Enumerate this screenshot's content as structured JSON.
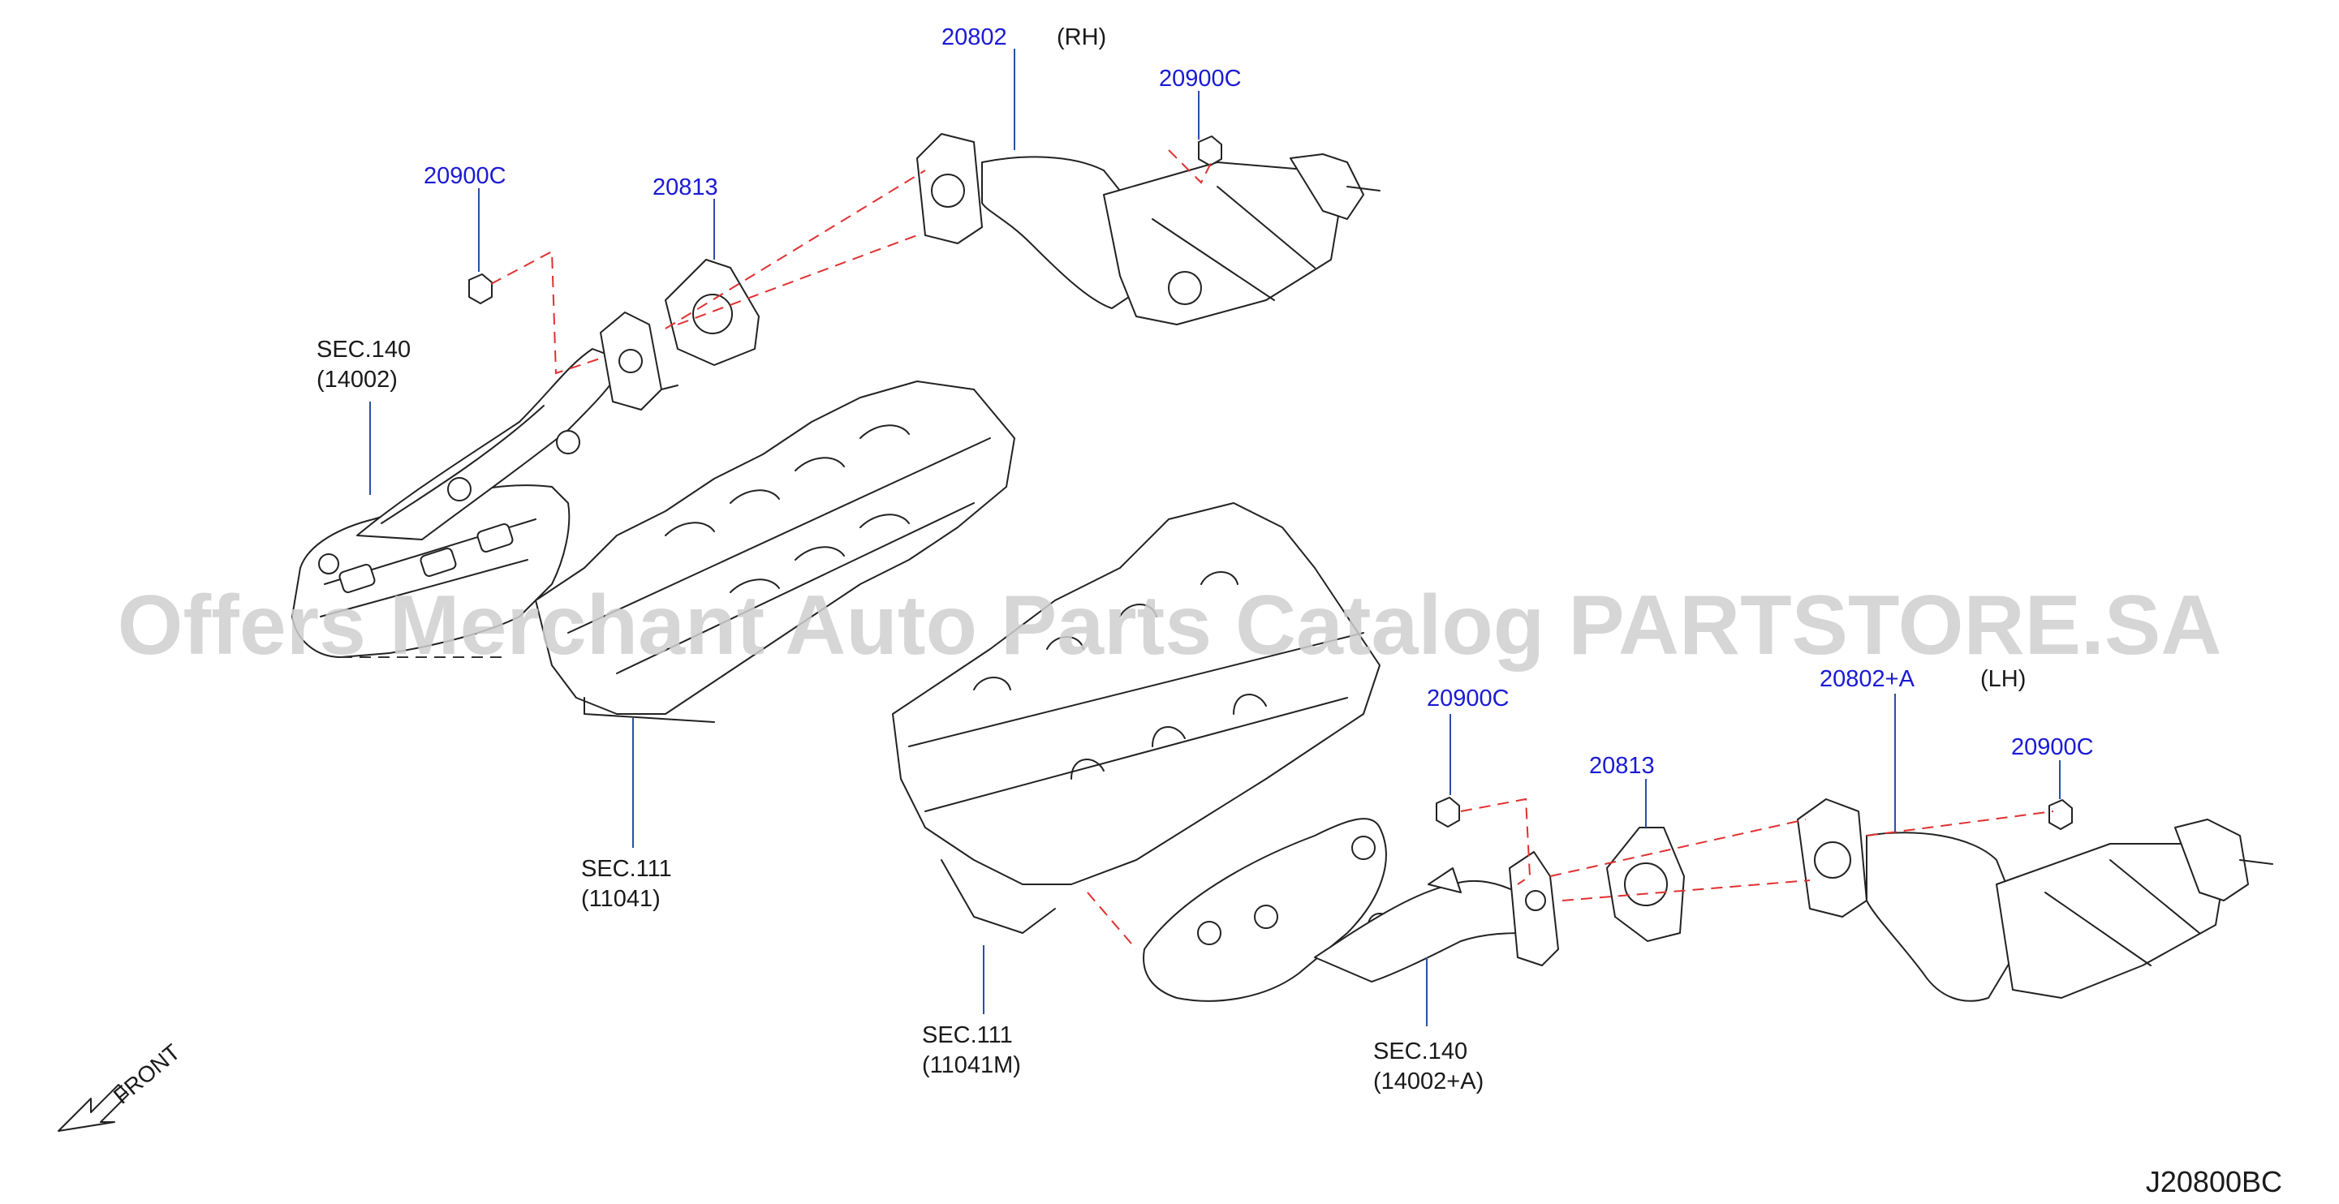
{
  "watermark": "Offers Merchant Auto Parts Catalog PARTSTORE.SA",
  "reference_code": "J20800BC",
  "front_label": "FRONT",
  "parts": {
    "rh_converter": {
      "number": "20802",
      "side": "(RH)"
    },
    "rh_nut_top": {
      "number": "20900C"
    },
    "rh_nut_left": {
      "number": "20900C"
    },
    "rh_gasket": {
      "number": "20813"
    },
    "lh_converter": {
      "number": "20802+A",
      "side": "(LH)"
    },
    "lh_nut_left": {
      "number": "20900C"
    },
    "lh_nut_right": {
      "number": "20900C"
    },
    "lh_gasket": {
      "number": "20813"
    }
  },
  "sections": {
    "rh_manifold": {
      "line1": "SEC.140",
      "line2": "(14002)"
    },
    "rh_head": {
      "line1": "SEC.111",
      "line2": "(11041)"
    },
    "lh_head": {
      "line1": "SEC.111",
      "line2": "(11041M)"
    },
    "lh_manifold": {
      "line1": "SEC.140",
      "line2": "(14002+A)"
    }
  }
}
